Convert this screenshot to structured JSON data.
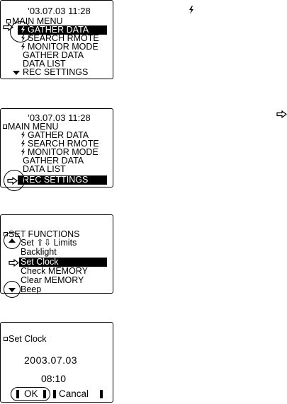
{
  "panel1": {
    "timestamp": "’03.07.03 11:28",
    "title": "MAIN MENU",
    "items": [
      {
        "label": "GATHER DATA",
        "bolt": true,
        "selected": true
      },
      {
        "label": "SEARCH RMOTE",
        "bolt": true
      },
      {
        "label": "MONITOR MODE",
        "bolt": true
      },
      {
        "label": "GATHER DATA",
        "bolt": false
      },
      {
        "label": "DATA LIST",
        "bolt": false
      },
      {
        "label": "REC SETTINGS",
        "bolt": false
      }
    ]
  },
  "panel2": {
    "timestamp": "’03.07.03 11:28",
    "title": "MAIN MENU",
    "items": [
      {
        "label": "GATHER DATA",
        "bolt": true
      },
      {
        "label": "SEARCH RMOTE",
        "bolt": true
      },
      {
        "label": "MONITOR MODE",
        "bolt": true
      },
      {
        "label": "GATHER DATA",
        "bolt": false
      },
      {
        "label": "DATA LIST",
        "bolt": false
      },
      {
        "label": "REC SETTINGS",
        "bolt": false,
        "selected": true
      }
    ]
  },
  "panel3": {
    "title": "SET FUNCTIONS",
    "items": [
      {
        "label": "Set ⇧⇩ Limits"
      },
      {
        "label": "Backlight"
      },
      {
        "label": "Set Clock",
        "selected": true
      },
      {
        "label": "Check MEMORY"
      },
      {
        "label": "Clear MEMORY"
      },
      {
        "label": "Beep"
      }
    ]
  },
  "panel4": {
    "title": "Set Clock",
    "date": "2003.07.03",
    "time": "08:10",
    "ok_label": "OK",
    "cancel_label": "Cancal"
  },
  "icons": {
    "bolt": "lightning-bolt-icon",
    "arrow": "hollow-right-arrow-icon"
  }
}
